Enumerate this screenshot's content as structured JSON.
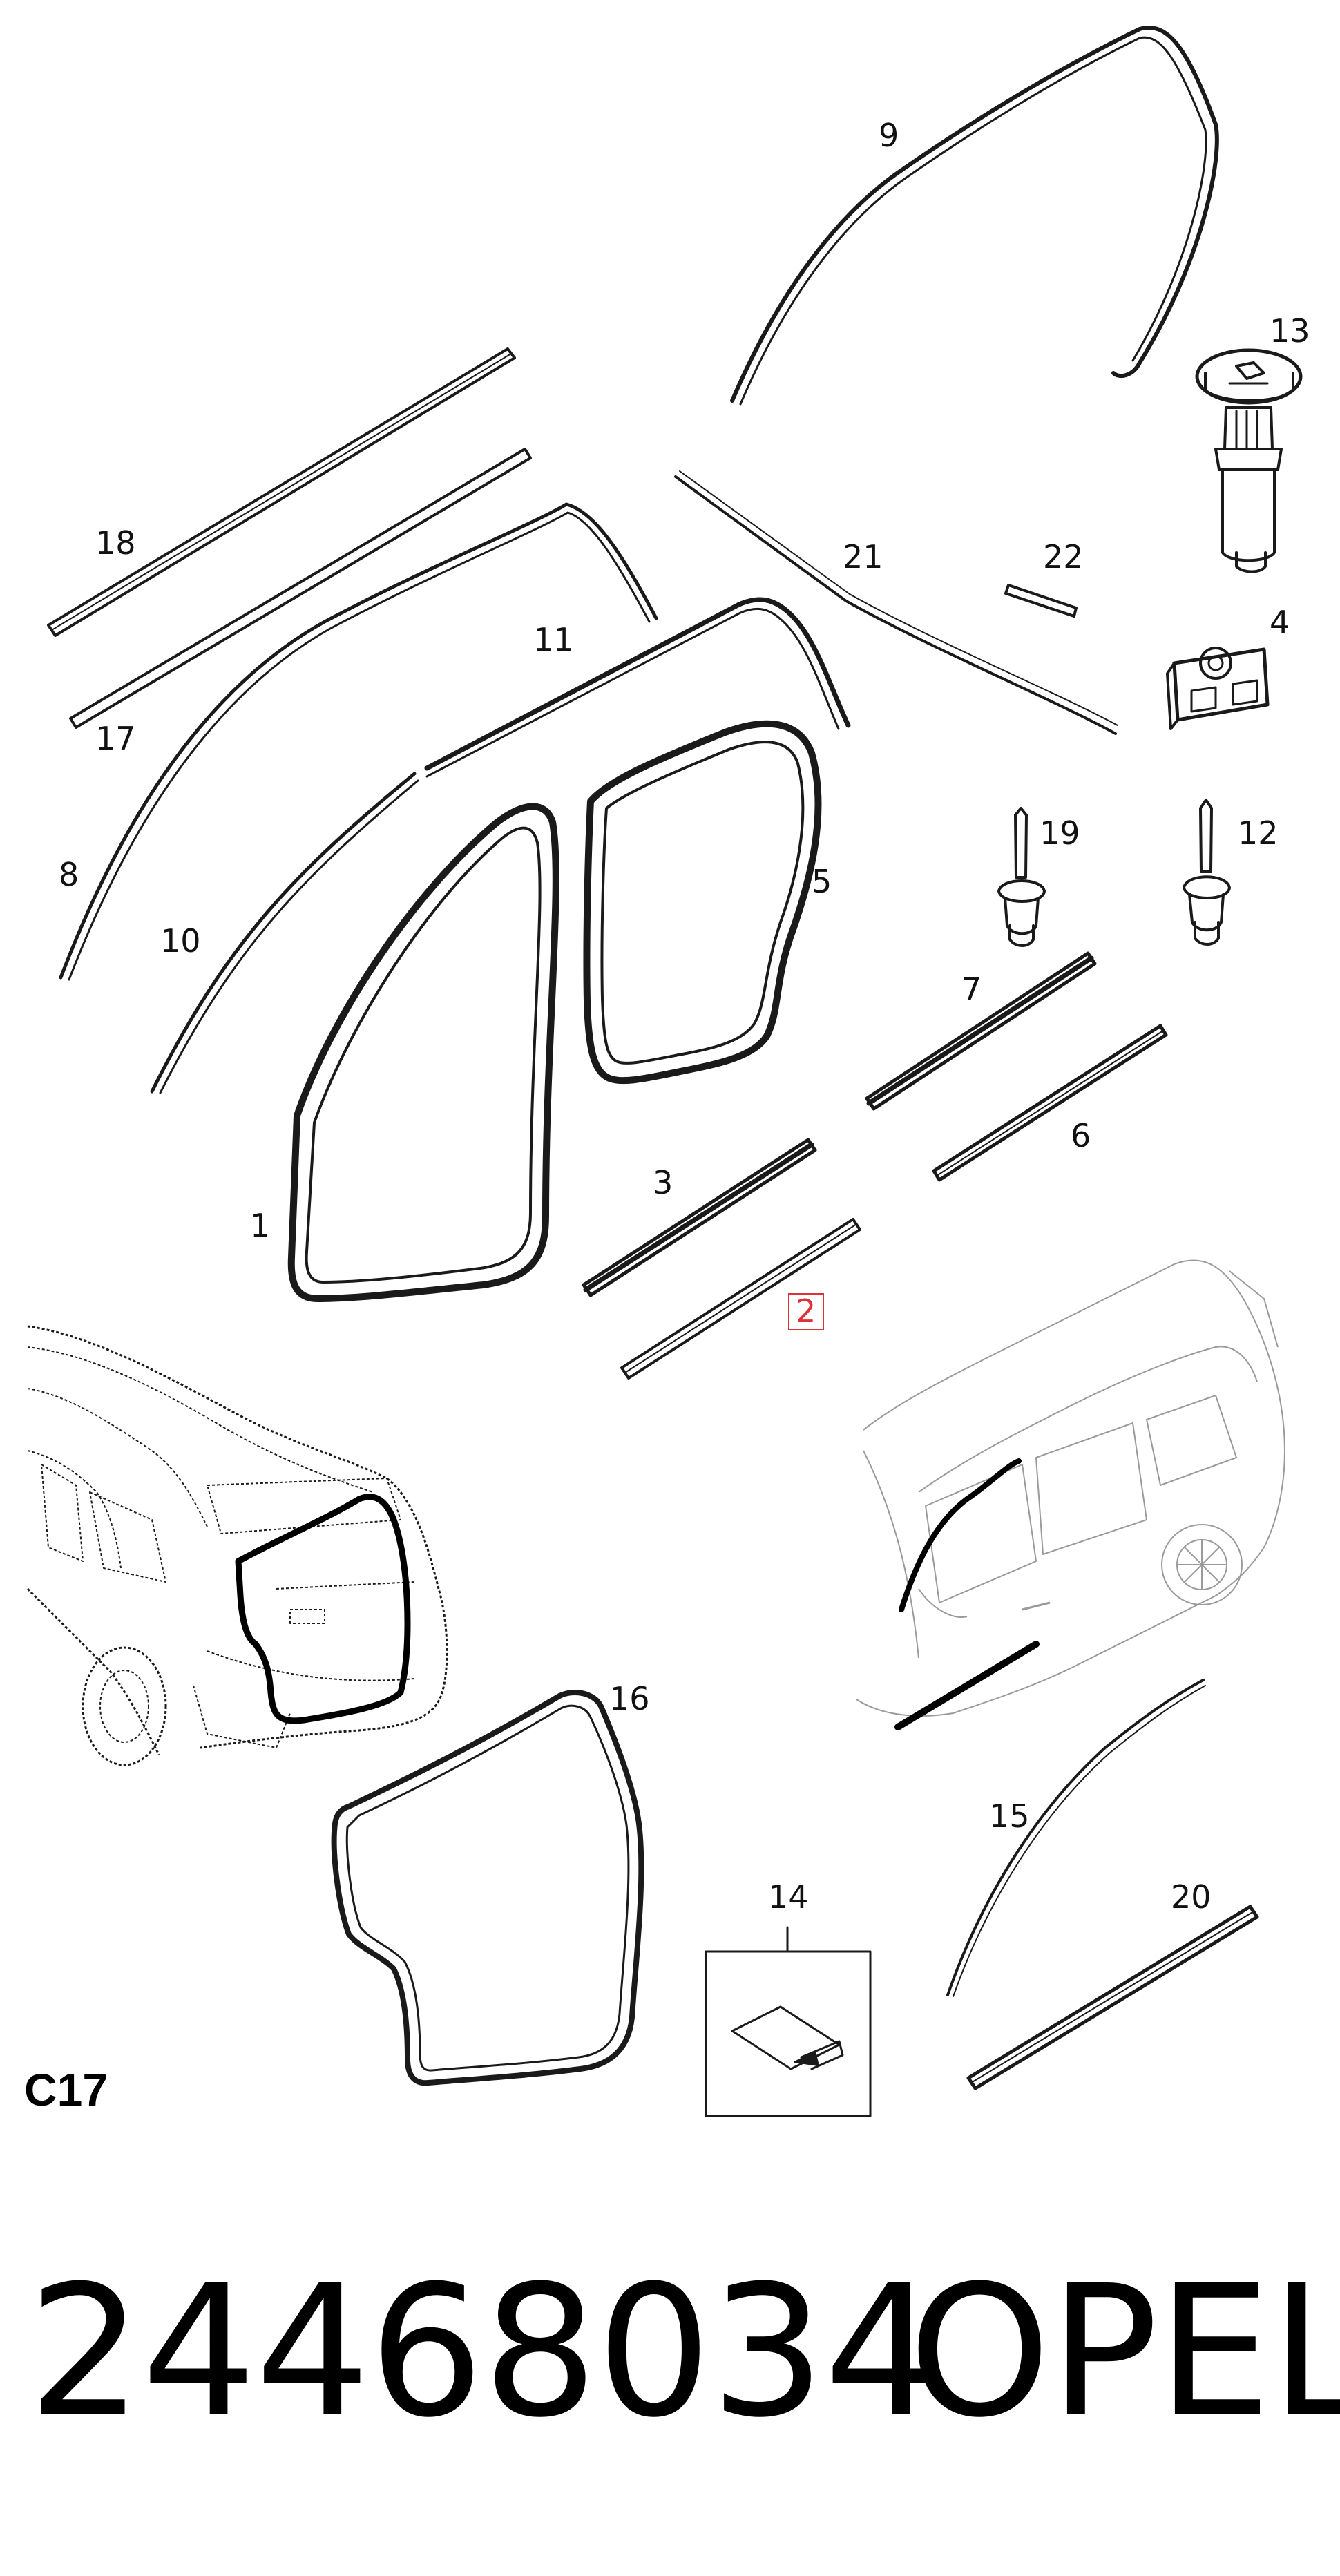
{
  "diagram": {
    "section_code": "C17",
    "highlighted_callout": "2",
    "highlight_color": "#e0303a",
    "callouts": [
      "1",
      "2",
      "3",
      "4",
      "5",
      "6",
      "7",
      "8",
      "9",
      "10",
      "11",
      "12",
      "13",
      "14",
      "15",
      "16",
      "17",
      "18",
      "19",
      "20",
      "21",
      "22"
    ]
  },
  "footer": {
    "part_number": "24468034",
    "brand": "OPEL"
  }
}
